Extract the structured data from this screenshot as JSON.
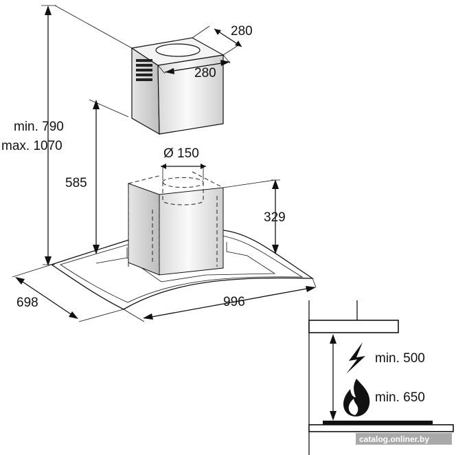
{
  "labels": {
    "chimney_width": "280",
    "chimney_depth": "280",
    "height_min": "min. 790",
    "height_max": "max. 1070",
    "outlet_diameter": "Ø 150",
    "lower_chimney": "585",
    "lower_cover": "329",
    "hood_depth": "698",
    "hood_width": "996",
    "electric_min": "min. 500",
    "gas_min": "min. 650"
  },
  "watermark": "catalog.onliner.by",
  "icons": {
    "electric": "lightning-bolt-icon",
    "gas": "flame-icon"
  },
  "colors": {
    "line": "#111111",
    "background": "#ffffff",
    "chimney_fill": "#f2f2f2",
    "watermark_bg": "#9a9a9a"
  }
}
